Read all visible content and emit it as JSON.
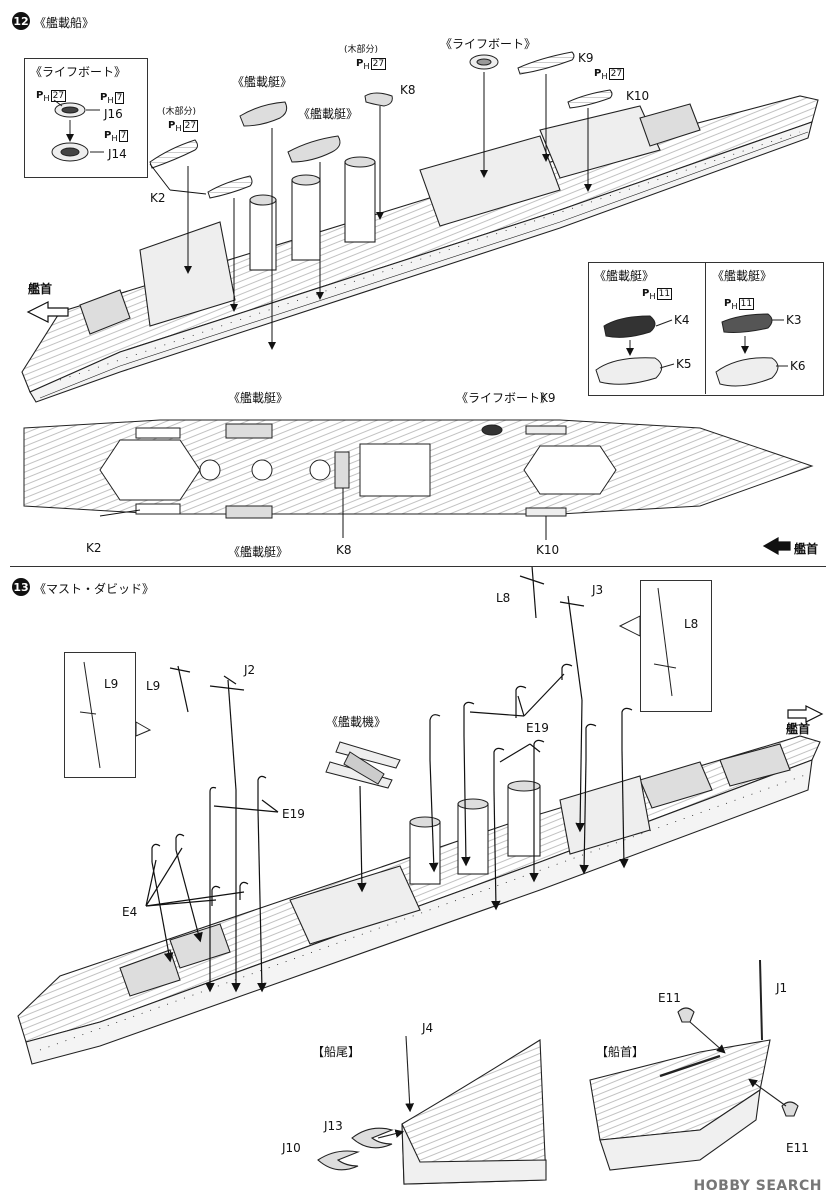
{
  "step12": {
    "number": "12",
    "title": "《艦載船》",
    "inset_lifeboat": {
      "title": "《ライフボート》",
      "ph_top": "27",
      "ph_right": "7",
      "ph_bottom": "7",
      "part_top": "J16",
      "part_bottom": "J14"
    },
    "labels": {
      "lifeboat_top": "《ライフボート》",
      "boat1": "《艦載艇》",
      "boat2": "《艦載艇》",
      "wood_note1": "(木部分)",
      "wood_note2": "(木部分)",
      "ph_k2": "27",
      "ph_k8": "27",
      "ph_k10": "27",
      "k2": "K2",
      "k8": "K8",
      "k9": "K9",
      "k10": "K10"
    },
    "bow_label": "艦首",
    "inset_boats": {
      "left": {
        "title": "《艦載艇》",
        "ph": "11",
        "part_top": "K4",
        "part_bottom": "K5"
      },
      "right": {
        "title": "《艦載艇》",
        "ph": "11",
        "part_top": "K3",
        "part_bottom": "K6"
      }
    },
    "plan": {
      "boat_top": "《艦載艇》",
      "lifeboat": "《ライフボート》",
      "k9": "K9",
      "k2": "K2",
      "boat_bottom": "《艦載艇》",
      "k8": "K8",
      "k10": "K10",
      "bow_label": "艦首"
    }
  },
  "step13": {
    "number": "13",
    "title": "《マスト・ダビッド》",
    "labels": {
      "l8": "L8",
      "j3": "J3",
      "l8_inset": "L8",
      "l9": "L9",
      "j2": "J2",
      "l9_inset": "L9",
      "aircraft": "《艦載機》",
      "e19_a": "E19",
      "e19_b": "E19",
      "e4": "E4",
      "bow_label": "艦首"
    },
    "stern": {
      "title": "【船尾】",
      "j4": "J4",
      "j13": "J13",
      "j10": "J10"
    },
    "bow": {
      "title": "【船首】",
      "e11_top": "E11",
      "e11_bottom": "E11",
      "j1": "J1"
    }
  },
  "watermark": "HOBBY SEARCH"
}
